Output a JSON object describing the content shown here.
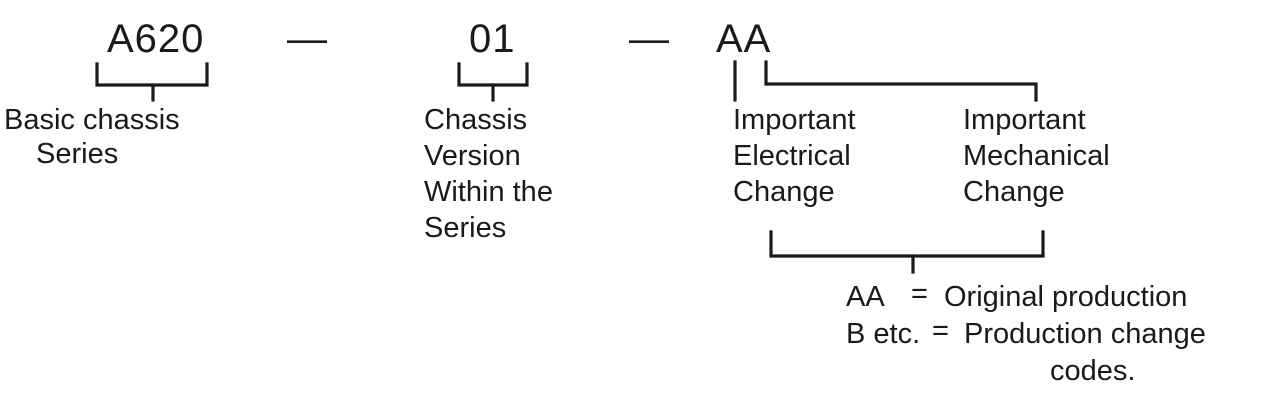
{
  "code": {
    "series": "A620",
    "dash1": "—",
    "version": "01",
    "dash2": "—",
    "change": "AA"
  },
  "labels": {
    "basic_chassis": [
      "Basic chassis",
      "Series"
    ],
    "chassis_version": [
      "Chassis",
      "Version",
      "Within the",
      "Series"
    ],
    "electrical": [
      "Important",
      "Electrical",
      "Change"
    ],
    "mechanical": [
      "Important",
      "Mechanical",
      "Change"
    ]
  },
  "legend": {
    "aa_key": "AA",
    "aa_eq": "=",
    "aa_value": "Original production",
    "b_key": "B etc.",
    "b_eq": "=",
    "b_value_line1": "Production change",
    "b_value_line2": "codes."
  }
}
